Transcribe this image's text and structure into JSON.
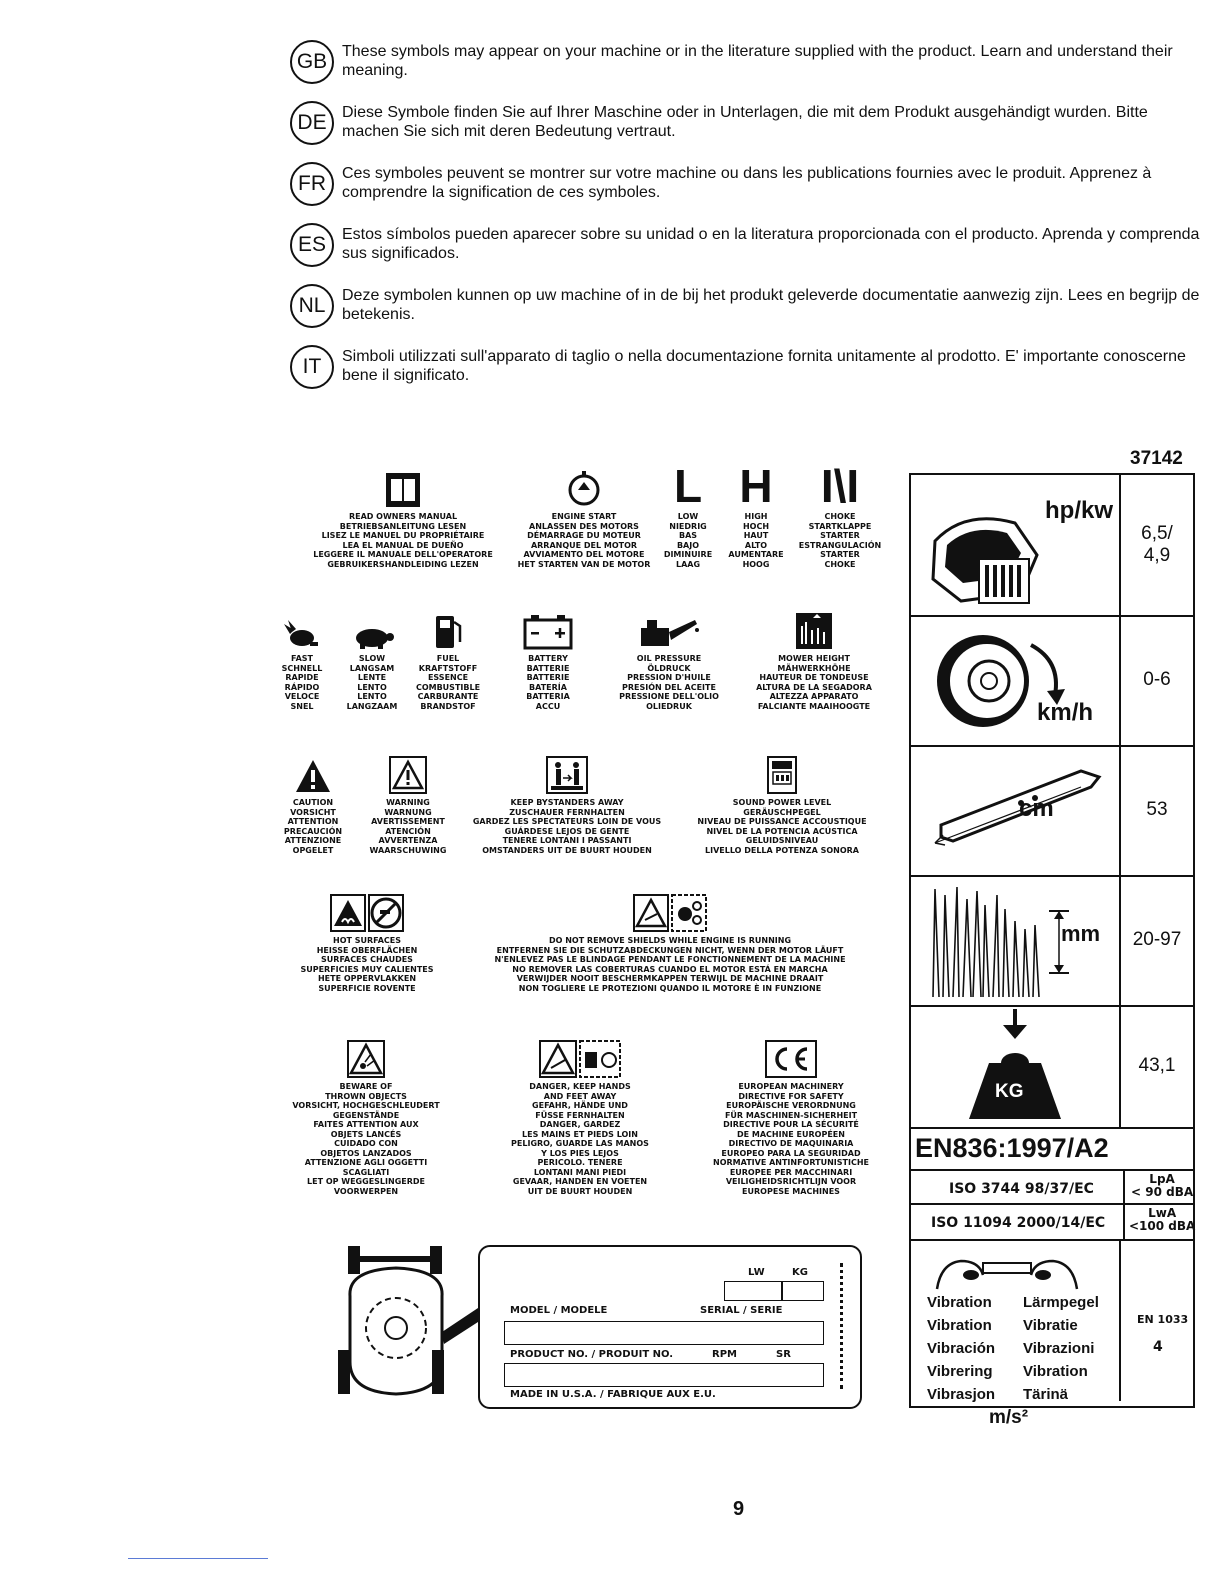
{
  "intro": [
    {
      "code": "GB",
      "text": "These symbols may appear on your machine or in the literature supplied with the product. Learn and understand their meaning."
    },
    {
      "code": "DE",
      "text": "Diese Symbole finden Sie auf Ihrer Maschine oder in Unterlagen, die mit dem Produkt ausgehändigt wurden. Bitte machen Sie sich mit deren Bedeutung vertraut."
    },
    {
      "code": "FR",
      "text": "Ces symboles peuvent se montrer sur votre machine ou dans les publications fournies avec le produit. Apprenez à comprendre la signification de ces symboles."
    },
    {
      "code": "ES",
      "text": "Estos símbolos pueden aparecer sobre su unidad o en la literatura proporcionada con el producto. Aprenda y comprenda sus significados."
    },
    {
      "code": "NL",
      "text": "Deze symbolen kunnen op uw machine of in de bij het produkt geleverde documentatie aanwezig zijn. Lees en begrijp de betekenis."
    },
    {
      "code": "IT",
      "text": "Simboli utilizzati sull'apparato di taglio o nella documentazione fornita unitamente al prodotto. E' importante conoscerne bene il significato."
    }
  ],
  "doc_code": "37142",
  "symbols": {
    "manual": [
      "READ OWNERS MANUAL",
      "BETRIEBSANLEITUNG LESEN",
      "LISEZ LE MANUEL DU PROPRIÉTAIRE",
      "LEA EL MANUAL DE DUEÑO",
      "LEGGERE IL MANUALE DELL'OPERATORE",
      "GEBRUIKERSHANDLEIDING LEZEN"
    ],
    "engine": [
      "ENGINE START",
      "ANLASSEN DES MOTORS",
      "DÉMARRAGE DU MOTEUR",
      "ARRANQUE DEL MOTOR",
      "AVVIAMENTO DEL MOTORE",
      "HET STARTEN VAN DE MOTOR"
    ],
    "low": [
      "LOW",
      "NIEDRIG",
      "BAS",
      "BAJO",
      "DIMINUIRE",
      "LAAG"
    ],
    "high": [
      "HIGH",
      "HOCH",
      "HAUT",
      "ALTO",
      "AUMENTARE",
      "HOOG"
    ],
    "choke": [
      "CHOKE",
      "STARTKLAPPE",
      "STARTER",
      "ESTRANGULACIÓN",
      "STARTER",
      "CHOKE"
    ],
    "fast": [
      "FAST",
      "SCHNELL",
      "RAPIDE",
      "RÁPIDO",
      "VELOCE",
      "SNEL"
    ],
    "slow": [
      "SLOW",
      "LANGSAM",
      "LENTE",
      "LENTO",
      "LENTO",
      "LANGZAAM"
    ],
    "fuel": [
      "FUEL",
      "KRAFTSTOFF",
      "ESSENCE",
      "COMBUSTIBLE",
      "CARBURANTE",
      "BRANDSTOF"
    ],
    "battery": [
      "BATTERY",
      "BATTERIE",
      "BATTERIE",
      "BATERÍA",
      "BATTERIA",
      "ACCU"
    ],
    "oil": [
      "OIL PRESSURE",
      "ÖLDRUCK",
      "PRESSION D'HUILE",
      "PRESIÓN DEL ACEITE",
      "PRESSIONE DELL'OLIO",
      "OLIEDRUK"
    ],
    "mower_height": [
      "MOWER HEIGHT",
      "MÄHWERKHÖHE",
      "HAUTEUR DE TONDEUSE",
      "ALTURA DE LA SEGADORA",
      "ALTEZZA APPARATO",
      "FALCIANTE MAAIHOOGTE"
    ],
    "caution": [
      "CAUTION",
      "VORSICHT",
      "ATTENTION",
      "PRECAUCIÓN",
      "ATTENZIONE",
      "OPGELET"
    ],
    "warning": [
      "WARNING",
      "WARNUNG",
      "AVERTISSEMENT",
      "ATENCIÓN",
      "AVVERTENZA",
      "WAARSCHUWING"
    ],
    "bystanders": [
      "KEEP BYSTANDERS AWAY",
      "ZUSCHAUER FERNHALTEN",
      "GARDEZ LES SPECTATEURS LOIN DE VOUS",
      "GUÁRDESE LEJOS DE GENTE",
      "TENERE LONTANI I PASSANTI",
      "OMSTANDERS UIT DE BUURT HOUDEN"
    ],
    "sound": [
      "SOUND POWER LEVEL",
      "GERÄUSCHPEGEL",
      "NIVEAU DE PUISSANCE ACCOUSTIQUE",
      "NIVEL DE LA POTENCIA ACÚSTICA",
      "GELUIDSNIVEAU",
      "LIVELLO DELLA POTENZA SONORA"
    ],
    "hot": [
      "HOT SURFACES",
      "HEISSE OBERFLÄCHEN",
      "SURFACES CHAUDES",
      "SUPERFICIES MUY CALIENTES",
      "HETE OPPERVLAKKEN",
      "SUPERFICIE ROVENTE"
    ],
    "shields": [
      "DO NOT REMOVE SHIELDS WHILE ENGINE IS RUNNING",
      "ENTFERNEN SIE DIE SCHUTZABDECKUNGEN NICHT, WENN DER MOTOR LÄUFT",
      "N'ENLEVEZ PAS LE BLINDAGE PENDANT LE FONCTIONNEMENT DE LA MACHINE",
      "NO REMOVER LAS COBERTURAS CUANDO EL MOTOR ESTÁ EN MARCHA",
      "VERWIJDER NOOIT BESCHERMKAPPEN TERWIJL DE MACHINE DRAAIT",
      "NON TOGLIERE LE PROTEZIONI QUANDO IL MOTORE È IN FUNZIONE"
    ],
    "thrown": [
      "BEWARE OF",
      "THROWN OBJECTS",
      "VORSICHT, HOCHGESCHLEUDERT",
      "GEGENSTÄNDE",
      "FAITES ATTENTION AUX",
      "OBJETS LANCÉS",
      "CUIDADO CON",
      "OBJETOS LANZADOS",
      "ATTENZIONE AGLI OGGETTI",
      "SCAGLIATI",
      "LET OP WEGGESLINGERDE",
      "VOORWERPEN"
    ],
    "hands": [
      "DANGER, KEEP HANDS",
      "AND FEET AWAY",
      "GEFAHR, HÄNDE UND",
      "FÜSSE FERNHALTEN",
      "DANGER, GARDEZ",
      "LES MAINS ET PIEDS LOIN",
      "PELIGRO, GUARDE LAS MANOS",
      "Y LOS PIES LEJOS",
      "PERICOLO. TENERE",
      "LONTANI MANI PIEDI",
      "GEVAAR, HANDEN EN VOETEN",
      "UIT DE BUURT HOUDEN"
    ],
    "ce": [
      "EUROPEAN MACHINERY",
      "DIRECTIVE FOR SAFETY",
      "EUROPÄISCHE VERORDNUNG",
      "FÜR MASCHINEN-SICHERHEIT",
      "DIRECTIVE POUR LA SÉCURITÉ",
      "DE MACHINE EUROPÉEN",
      "DIRECTIVO DE MAQUINARIA",
      "EUROPEO PARA LA SEGURIDAD",
      "NORMATIVE ANTINFORTUNISTICHE",
      "EUROPEE PER MACCHINARI",
      "VEILIGHEIDSRICHTLIJN VOOR",
      "EUROPESE MACHINES"
    ]
  },
  "letters": {
    "low": "L",
    "high": "H",
    "choke": "I\\I"
  },
  "spec": {
    "power_unit": "hp/kw",
    "power_value": "6,5/\n4,9",
    "speed_unit": "km/h",
    "speed_value": "0-6",
    "cut_unit": "cm",
    "cut_value": "53",
    "height_unit": "mm",
    "height_value": "20-97",
    "weight_unit": "KG",
    "weight_value": "43,1",
    "standard": "EN836:1997/A2",
    "iso1": "ISO 3744   98/37/EC",
    "iso1_val": "LpA\n< 90 dBA",
    "iso2": "ISO 11094   2000/14/EC",
    "iso2_val": "LwA\n<100 dBA",
    "vibration_words": [
      [
        "Vibration",
        "Lärmpegel"
      ],
      [
        "Vibration",
        "Vibratie"
      ],
      [
        "Vibración",
        "Vibrazioni"
      ],
      [
        "Vibrering",
        "Vibration"
      ],
      [
        "Vibrasjon",
        "Tärinä"
      ]
    ],
    "vib_unit": "m/s²",
    "vib_std": "EN 1033",
    "vib_value": "4"
  },
  "plate": {
    "lw": "LW",
    "kg": "KG",
    "model": "MODEL / MODELE",
    "serial": "SERIAL / SERIE",
    "product": "PRODUCT NO. / PRODUIT NO.",
    "rpm": "RPM",
    "sr": "SR",
    "made": "MADE IN U.S.A. / FABRIQUE AUX E.U."
  },
  "page_number": "9"
}
